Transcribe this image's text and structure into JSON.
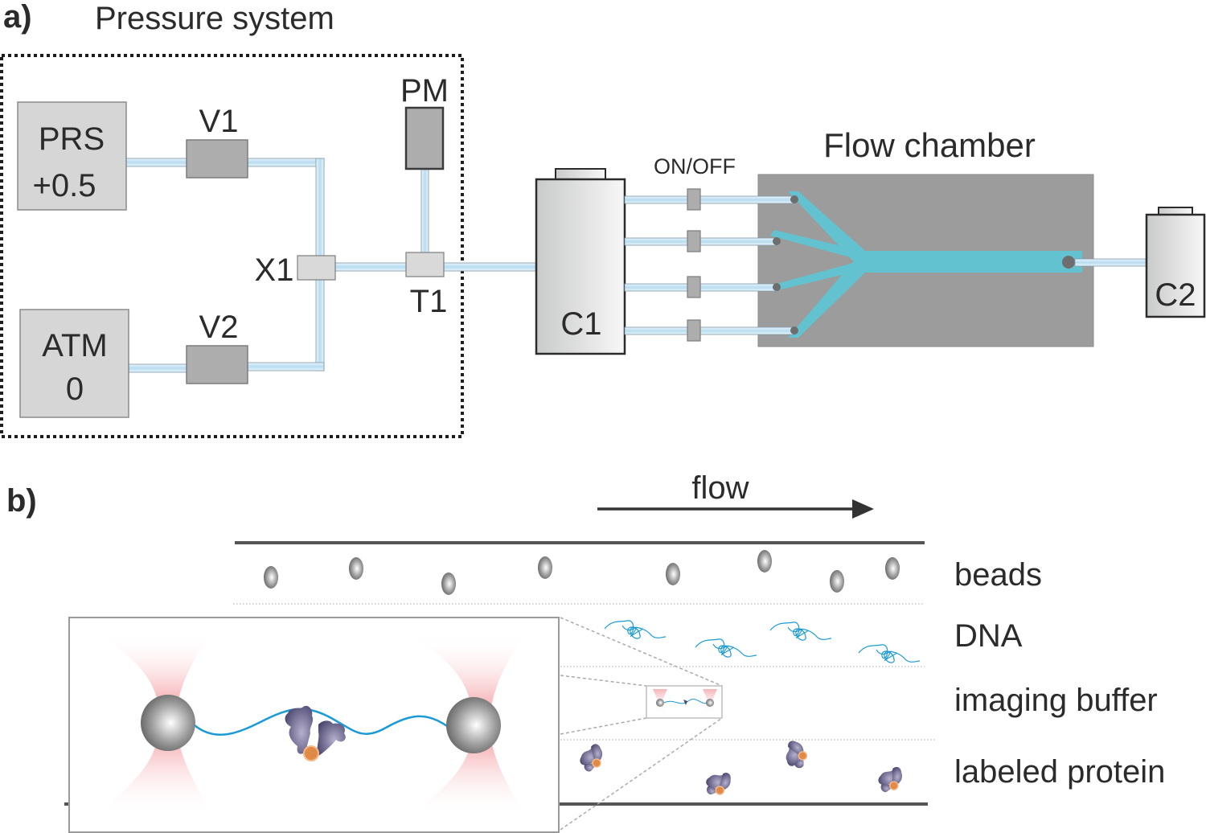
{
  "panel_a": {
    "label": "a)",
    "pressure_system_title": "Pressure system",
    "components": {
      "prs": {
        "line1": "PRS",
        "line2": "+0.5"
      },
      "atm": {
        "line1": "ATM",
        "line2": "0"
      },
      "v1": "V1",
      "v2": "V2",
      "x1": "X1",
      "t1": "T1",
      "pm": "PM",
      "c1": "C1",
      "c2": "C2",
      "on_off": "ON/OFF",
      "flow_chamber": "Flow chamber"
    },
    "inlet_channel_count": 4
  },
  "panel_b": {
    "label": "b)",
    "flow_label": "flow",
    "lanes": [
      {
        "label": "beads"
      },
      {
        "label": "DNA"
      },
      {
        "label": "imaging buffer"
      },
      {
        "label": "labeled protein"
      }
    ],
    "bead_count": 8,
    "dna_coil_count": 4,
    "protein_count": 4
  },
  "colors": {
    "tube_blue": "#bfe0f2",
    "channel_cyan": "#62c2cf",
    "chamber_gray": "#9b9c9b",
    "valve_gray": "#adadad",
    "box_light_gray": "#d6d6d6",
    "laser_red": "#ee6b73",
    "dna_blue": "#1b9ad6",
    "protein_purple": "#4b4770",
    "fluorophore_orange": "#e08a45"
  }
}
